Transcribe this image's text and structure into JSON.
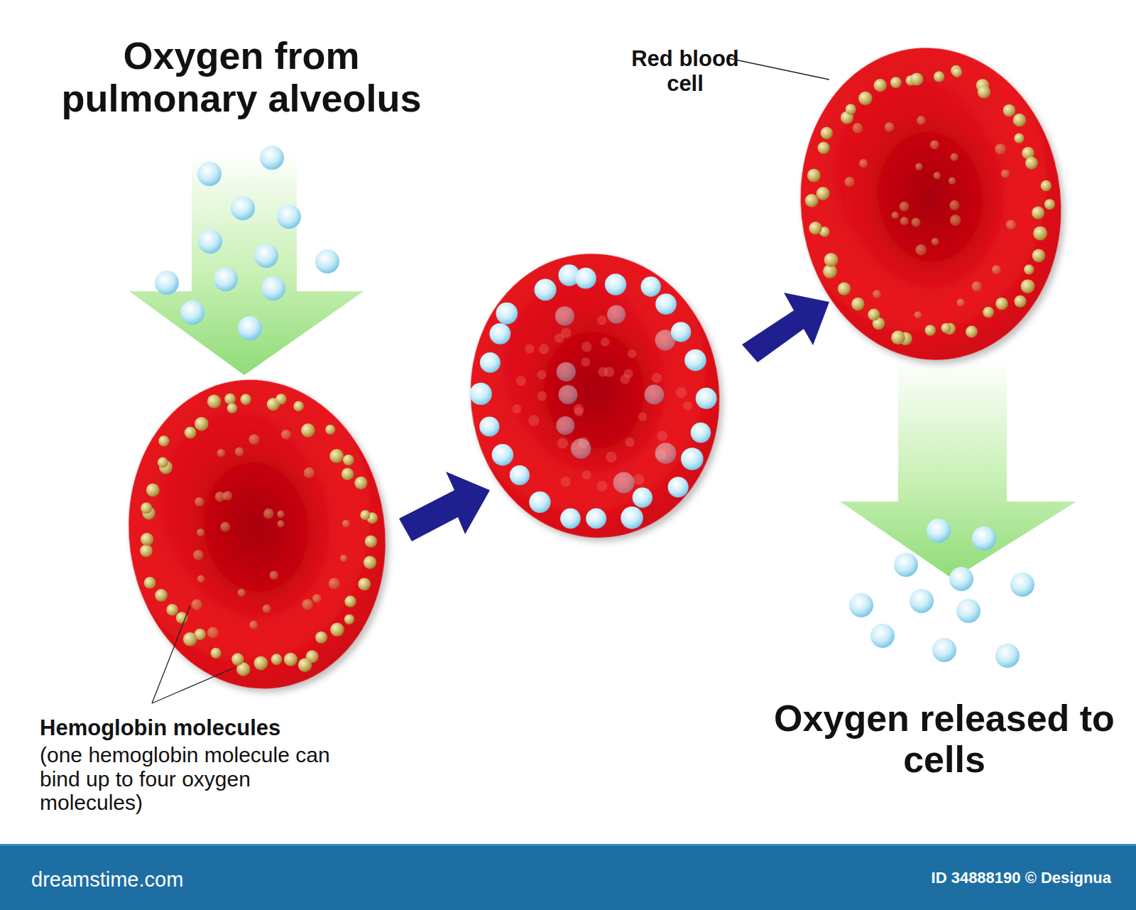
{
  "diagram": {
    "labels": [
      "Oxygen from pulmonary alveolus",
      "Red blood cell",
      "Hemoglobin molecules",
      "(one hemoglobin molecule can bind up to four oxygen molecules)",
      "Oxygen released to cells",
      "dreamstime.com",
      "ID 34888190 © Designua"
    ]
  }
}
